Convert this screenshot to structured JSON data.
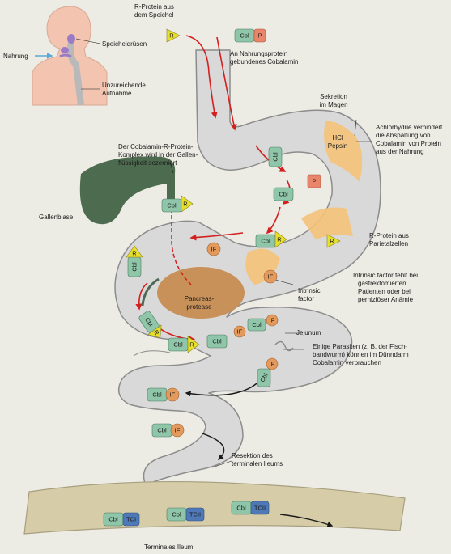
{
  "labels": {
    "nahrung": "Nahrung",
    "speicheldruesen": "Speicheldrüsen",
    "unzureichende": [
      "Unzureichende",
      "Aufnahme"
    ],
    "r_protein_speichel": [
      "R-Protein aus",
      "dem Speichel"
    ],
    "nahrungsprotein": [
      "An Nahrungsprotein",
      "gebundenes Cobalamin"
    ],
    "sekretion": [
      "Sekretion",
      "im Magen"
    ],
    "hcl_pepsin": [
      "HCl",
      "Pepsin"
    ],
    "achlorhydrie": [
      "Achlorhydrie verhindert",
      "die Abspaltung von",
      "Cobalamin von Protein",
      "aus der Nahrung"
    ],
    "cobalamin_komplex": [
      "Der Cobalamin-R-Protein-",
      "Komplex wird in der Gallen-",
      "flüssigkeit sezerniert"
    ],
    "gallenblase": "Gallenblase",
    "r_protein_parietal": [
      "R-Protein aus",
      "Parietalzellen"
    ],
    "intrinsic_factor_fehlt": [
      "Intrinsic factor fehlt bei",
      "gastrektomierten",
      "Patienten oder bei",
      "perniziöser Anämie"
    ],
    "intrinsic_factor": [
      "Intrinsic",
      "factor"
    ],
    "pancreas": [
      "Pancreas-",
      "protease"
    ],
    "jejunum": "Jejunum",
    "parasiten": [
      "Einige Parasiten (z. B. der Fisch-",
      "bandwurm) können im Dünndarm",
      "Cobalamin verbrauchen"
    ],
    "resektion": [
      "Resektion des",
      "terminalen Ileums"
    ],
    "terminales_ileum": "Terminales Ileum"
  },
  "tokens": {
    "cbl": "Cbl",
    "p": "P",
    "r": "R",
    "if": "IF",
    "tci": "TCI",
    "tcii": "TCII"
  },
  "colors": {
    "background": "#ecebe4",
    "gut_fill": "#d8d9d8",
    "gut_stroke": "#8c8c8c",
    "cbl_box": "#8fc5a8",
    "p_box": "#e9856a",
    "r_triangle": "#e7df2c",
    "if_circle": "#e39a5c",
    "tc_box": "#4f79b6",
    "arrow": "#d41f1f",
    "gallbladder": "#4d6b4f",
    "pancreas": "#c9915a",
    "secretion": "#f5c27a",
    "skin": "#f3c4b0",
    "ileum": "#d6cda8"
  }
}
